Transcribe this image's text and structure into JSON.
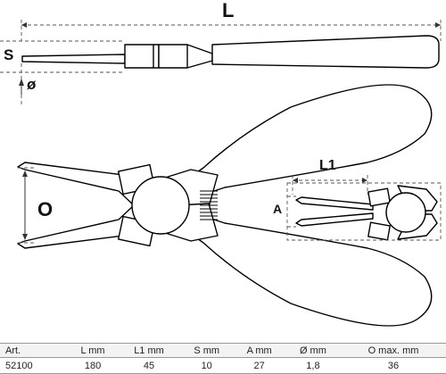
{
  "labels": {
    "L": "L",
    "S": "S",
    "diameter": "ø",
    "O": "O",
    "L1": "L1",
    "A": "A"
  },
  "table": {
    "headers": [
      "Art.",
      "L  mm",
      "L1  mm",
      "S  mm",
      "A  mm",
      "Ø  mm",
      "O  max.  mm"
    ],
    "rows": [
      [
        "52100",
        "180",
        "45",
        "10",
        "27",
        "1,8",
        "36"
      ]
    ]
  }
}
